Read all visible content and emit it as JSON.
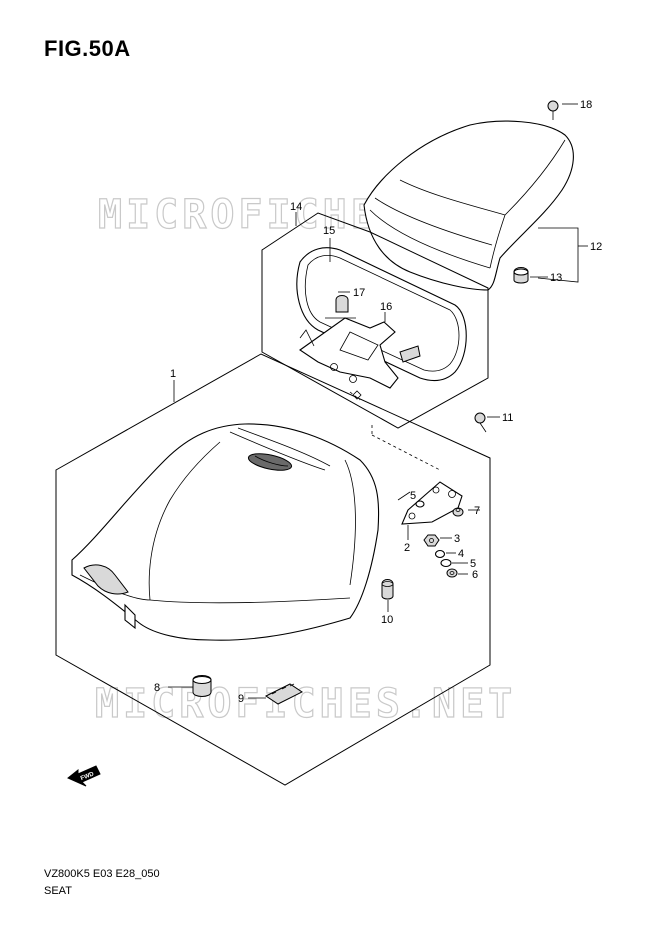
{
  "figure": {
    "title": "FIG.50A",
    "model_code": "VZ800K5 E03 E28_050",
    "section": "SEAT",
    "watermark": "MICROFICHES.NET",
    "direction_badge": "FWD"
  },
  "callouts": {
    "c1": "1",
    "c2": "2",
    "c3": "3",
    "c4": "4",
    "c5a": "5",
    "c5b": "5",
    "c6": "6",
    "c7": "7",
    "c8": "8",
    "c9": "9",
    "c10": "10",
    "c11": "11",
    "c12": "12",
    "c13": "13",
    "c14": "14",
    "c15": "15",
    "c16": "16",
    "c17": "17",
    "c18": "18"
  }
}
